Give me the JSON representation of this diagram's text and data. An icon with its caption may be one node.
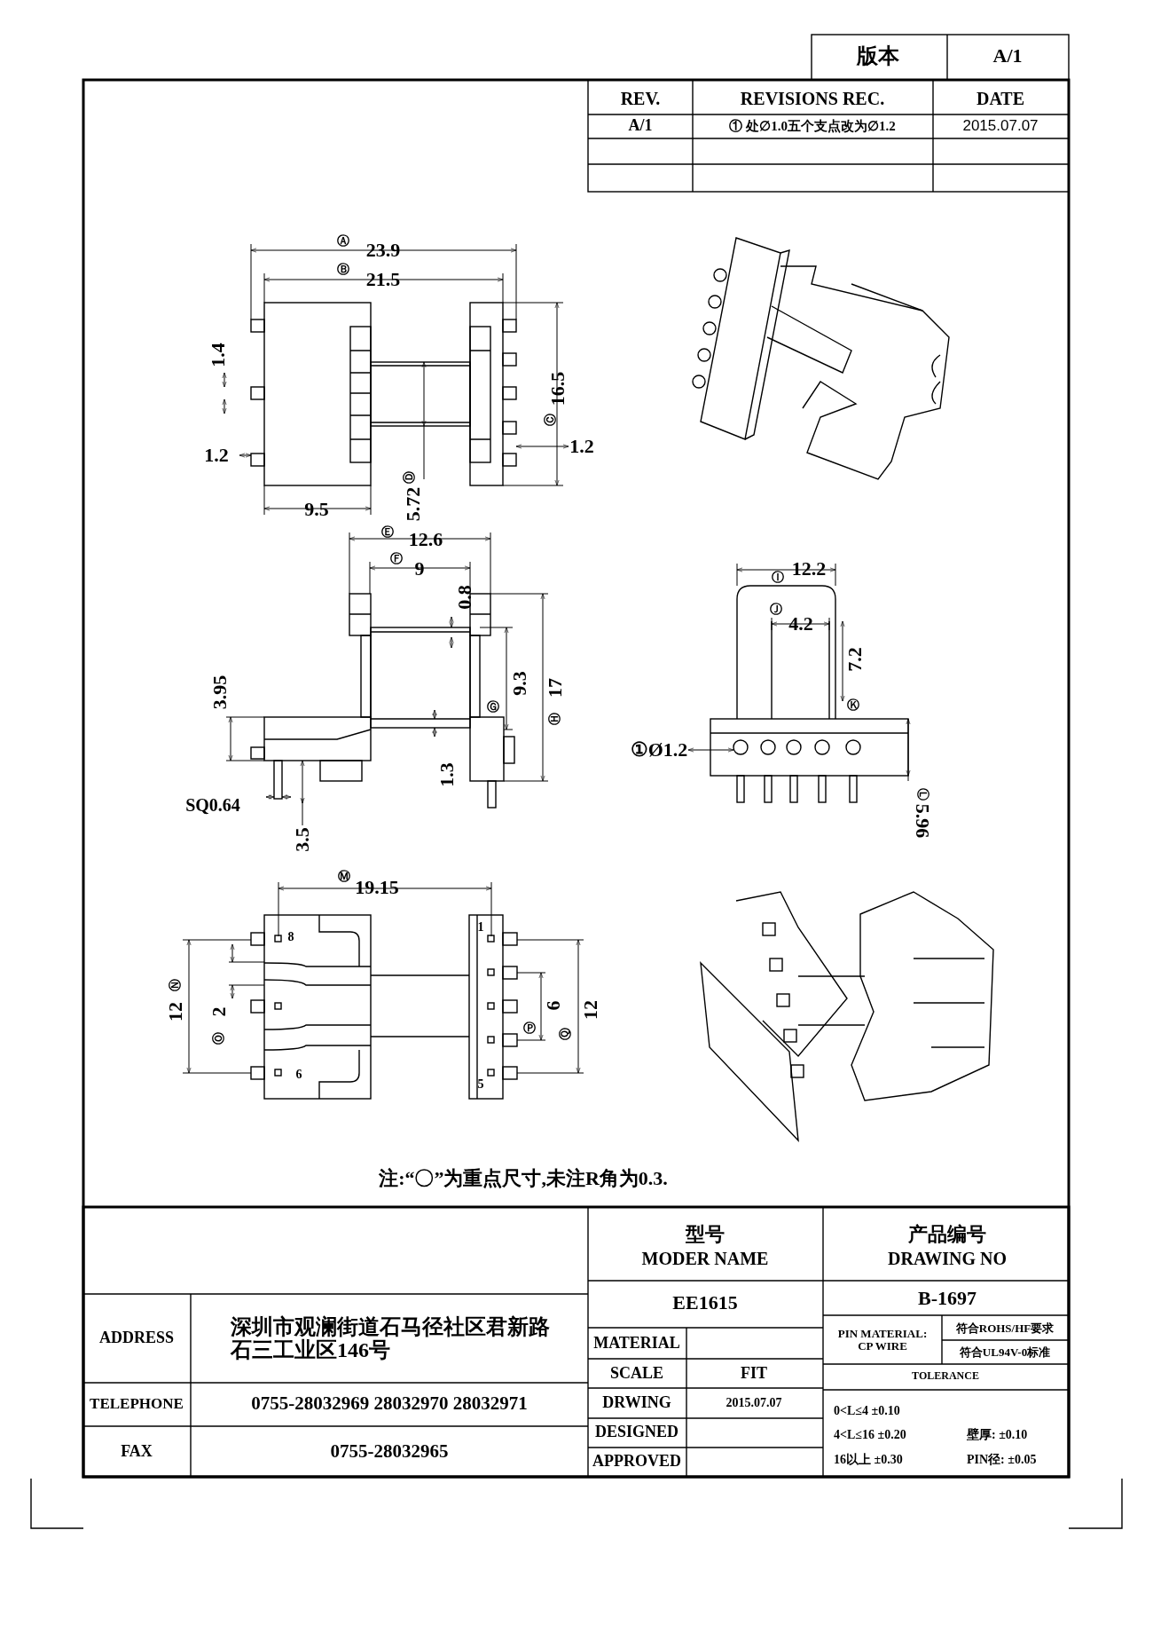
{
  "diagram": {
    "labels": [
      "版本",
      "A/1",
      "REV.",
      "REVISIONS REC.",
      "DATE",
      "A/1",
      "① 处∅1.0五个支点改为∅1.2",
      "2015.07.07",
      "Ⓐ",
      "23.9",
      "Ⓑ",
      "21.5",
      "1.4",
      "1.2",
      "16.5",
      "Ⓒ",
      "1.2",
      "Ⓓ",
      "5.72",
      "9.5",
      "Ⓔ",
      "12.6",
      "Ⓕ",
      "9",
      "0.8",
      "3.95",
      "9.3",
      "Ⓖ",
      "17",
      "Ⓗ",
      "1.3",
      "SQ0.64",
      "3.5",
      "Ⓘ",
      "12.2",
      "Ⓙ",
      "4.2",
      "7.2",
      "Ⓚ",
      "①Ø1.2",
      "Ⓛ",
      "5.96",
      "Ⓜ",
      "19.15",
      "8",
      "Ⓝ",
      "12",
      "2",
      "Ⓞ",
      "6",
      "1",
      "5",
      "6",
      "Ⓟ",
      "Ⓠ",
      "12",
      "注:“〇”为重点尺寸,未注R角为0.3.",
      "型号",
      "MODER NAME",
      "产品编号",
      "DRAWING NO",
      "ADDRESS",
      "深圳市观澜街道石马径社区君新路石三工业区146号",
      "EE1615",
      "B-1697",
      "MATERIAL",
      "PIN MATERIAL: CP WIRE",
      "符合ROHS/HF要求",
      "符合UL94V-0标准",
      "TELEPHONE",
      "0755-28032969 28032970 28032971",
      "SCALE",
      "FIT",
      "TOLERANCE",
      "DRWING",
      "2015.07.07",
      "0<L≤4 ±0.10",
      "4<L≤16 ±0.20",
      "壁厚: ±0.10",
      "16以上 ±0.30",
      "PIN径: ±0.05",
      "FAX",
      "0755-28032965",
      "DESIGNED",
      "APPROVED"
    ]
  }
}
